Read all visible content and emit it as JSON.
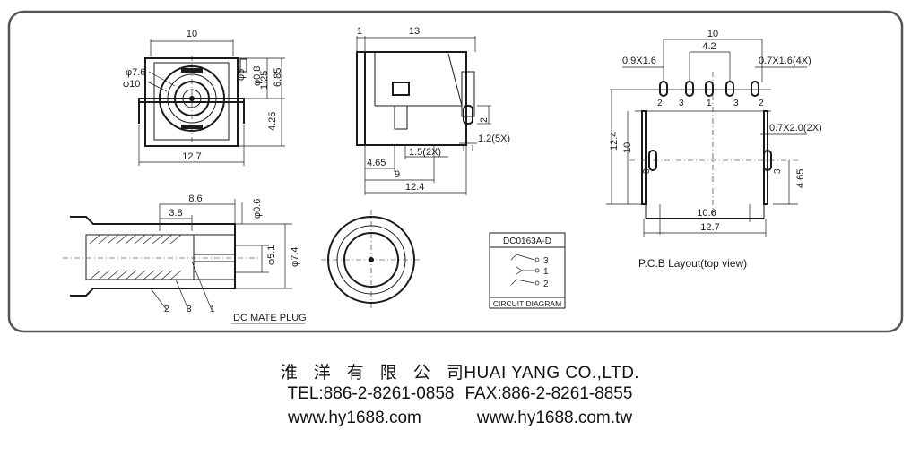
{
  "front_view": {
    "width_label": "10",
    "bottom_label": "12.7",
    "dia_large": "φ7.6",
    "dia_outer": "φ10",
    "dia_small": "φ5",
    "dia_pin": "φ0.8",
    "h1": "1.25",
    "h2": "6.85",
    "h3": "4.25"
  },
  "side_view": {
    "top_small": "1",
    "top_width": "13",
    "pin_h": "2",
    "pin_w": "1.2(5X)",
    "d1": "1.5(2X)",
    "d2": "4.65",
    "d3": "9",
    "d4": "12.4"
  },
  "pcb": {
    "w10": "10",
    "w42": "4.2",
    "hole1": "0.9X1.6",
    "hole2": "0.7X1.6(4X)",
    "hole3": "0.7X2.0(2X)",
    "h124": "12.4",
    "h10": "10",
    "h465": "4.65",
    "w106": "10.6",
    "w127": "12.7",
    "pins": [
      "2",
      "3",
      "1",
      "3",
      "2"
    ],
    "side_pins": [
      "3",
      "3"
    ],
    "title": "P.C.B Layout(top  view)"
  },
  "plug": {
    "l86": "8.6",
    "l38": "3.8",
    "d06": "φ0.6",
    "d51": "φ5.1",
    "d74": "φ7.4",
    "leads": [
      "2",
      "3",
      "1"
    ],
    "title": "DC MATE PLUG"
  },
  "circuit": {
    "model": "DC0163A-D",
    "pins": [
      "3",
      "1",
      "2"
    ],
    "title": "CIRCUIT DIAGRAM"
  },
  "company": {
    "name_cn": "淮洋有限公",
    "name_cn_last": "司",
    "name_en": "HUAI YANG CO.,LTD.",
    "tel": "TEL:886-2-8261-0858",
    "fax": "FAX:886-2-8261-8855",
    "web1": "www.hy1688.com",
    "web2": "www.hy1688.com.tw"
  }
}
